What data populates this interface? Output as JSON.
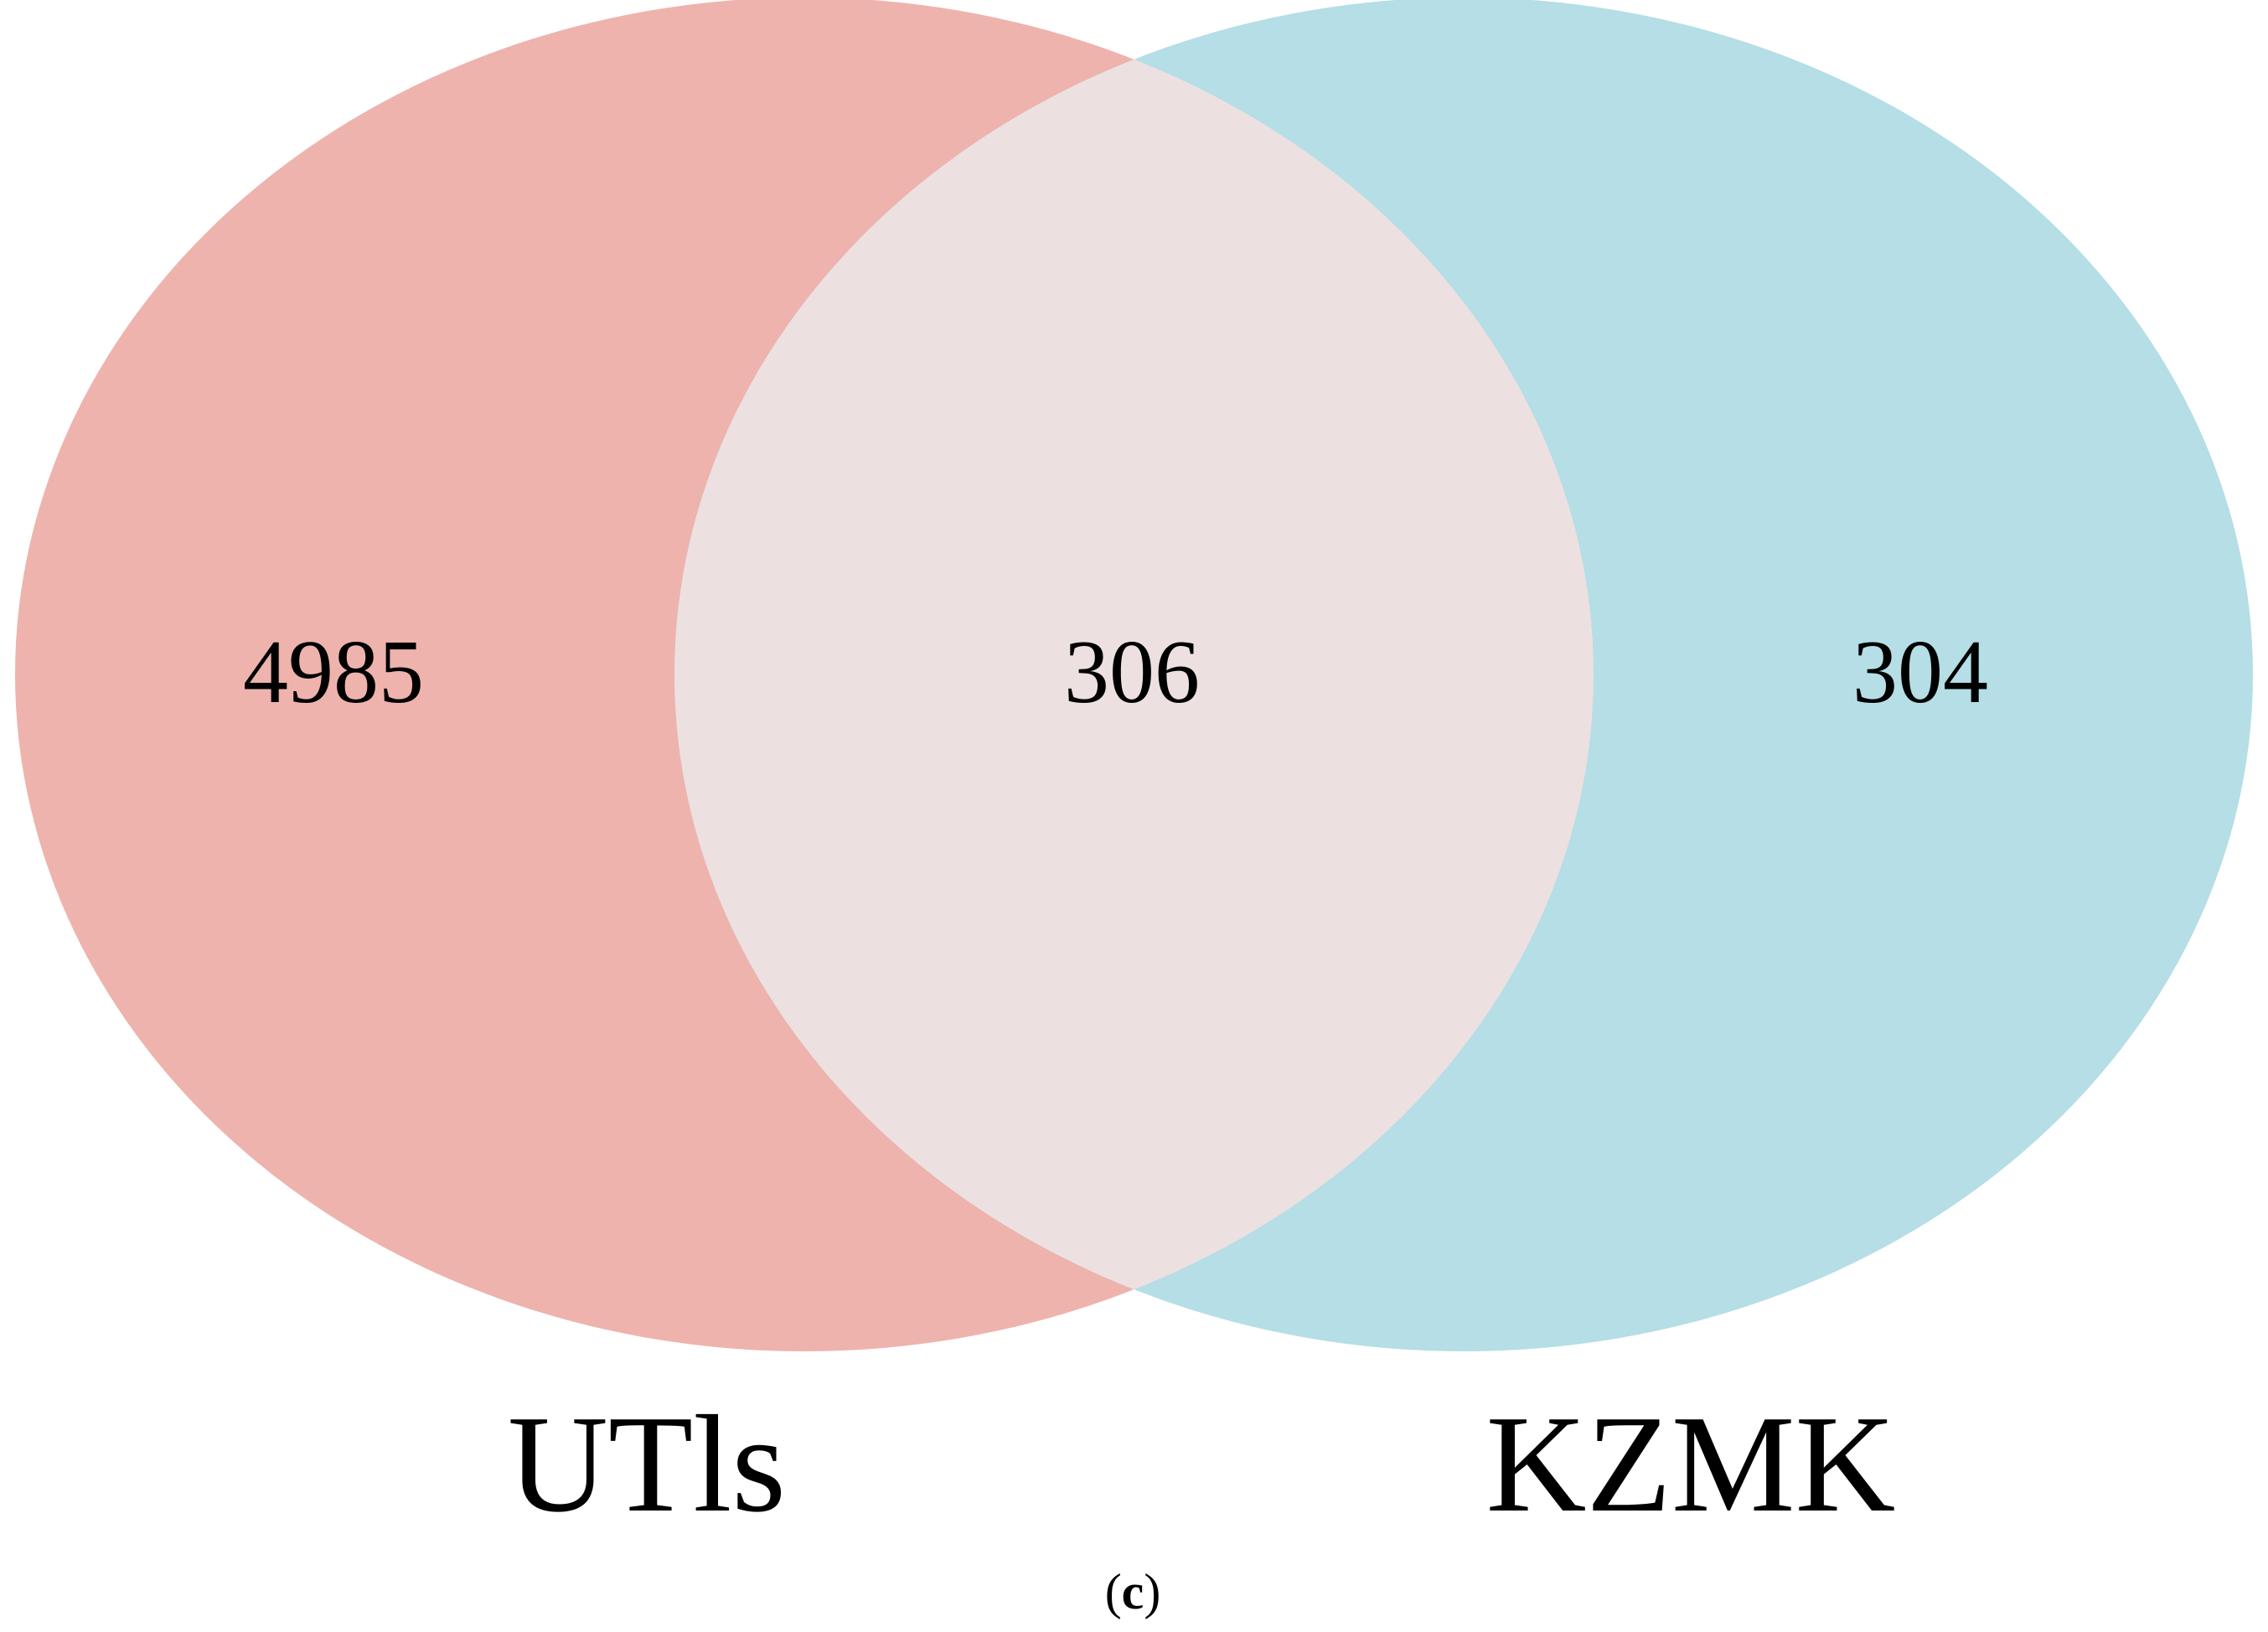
{
  "diagram": {
    "type": "venn",
    "sets": [
      {
        "label": "UTls",
        "only_count": "4985",
        "color": "#eeb3ad"
      },
      {
        "label": "KZMK",
        "only_count": "304",
        "color": "#b5dee6"
      }
    ],
    "overlap": {
      "count": "306",
      "color": "#ede0e1"
    }
  },
  "caption": {
    "open": "(",
    "letter": "c",
    "close": ")"
  }
}
